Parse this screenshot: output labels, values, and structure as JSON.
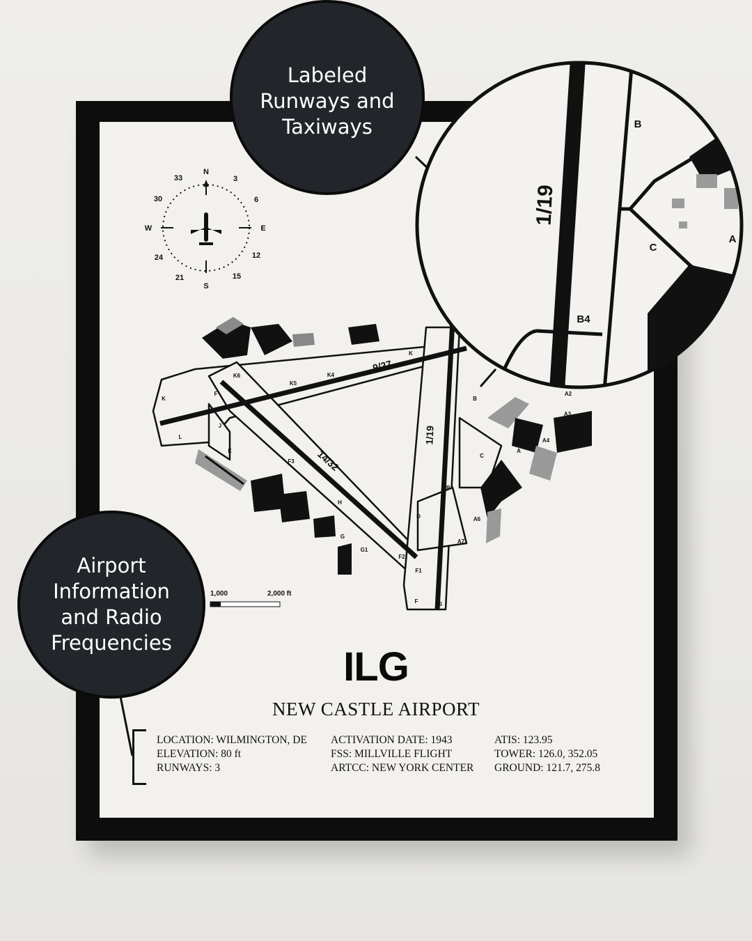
{
  "callouts": {
    "top": [
      "Labeled",
      "Runways and",
      "Taxiways"
    ],
    "left": [
      "Airport",
      "Information",
      "and Radio",
      "Frequencies"
    ]
  },
  "poster": {
    "code": "ILG",
    "name": "NEW CASTLE AIRPORT",
    "info_col1": [
      "LOCATION: WILMINGTON, DE",
      "ELEVATION: 80 ft",
      "RUNWAYS: 3"
    ],
    "info_col2": [
      "ACTIVATION DATE: 1943",
      "FSS: MILLVILLE FLIGHT",
      "ARTCC: NEW YORK CENTER"
    ],
    "info_col3": [
      "ATIS: 123.95",
      "TOWER: 126.0, 352.05",
      "GROUND: 121.7, 275.8"
    ]
  },
  "compass": {
    "cardinals": {
      "n": "N",
      "e": "E",
      "s": "S",
      "w": "W"
    },
    "degrees": [
      "3",
      "6",
      "12",
      "15",
      "21",
      "24",
      "30",
      "33"
    ]
  },
  "scale_bar": {
    "mid": "1,000",
    "end": "2,000 ft"
  },
  "runways": {
    "r1": "9/27",
    "r2": "14/32",
    "r3": "1/19"
  },
  "taxiways": [
    "K",
    "K6",
    "K5",
    "K4",
    "K",
    "F",
    "J",
    "L",
    "E",
    "F3",
    "H",
    "G",
    "G1",
    "F2",
    "F1",
    "F",
    "B5",
    "B4",
    "D",
    "A7",
    "A6",
    "C",
    "A",
    "A4",
    "A3",
    "A2",
    "B"
  ],
  "zoom": {
    "runway": "1/19",
    "labels": [
      "B",
      "C",
      "A",
      "B4"
    ]
  },
  "colors": {
    "bubble": "#22252a",
    "frame": "#0d0d0d",
    "mat": "#f3f1ed",
    "wall": "#ebeae7"
  }
}
